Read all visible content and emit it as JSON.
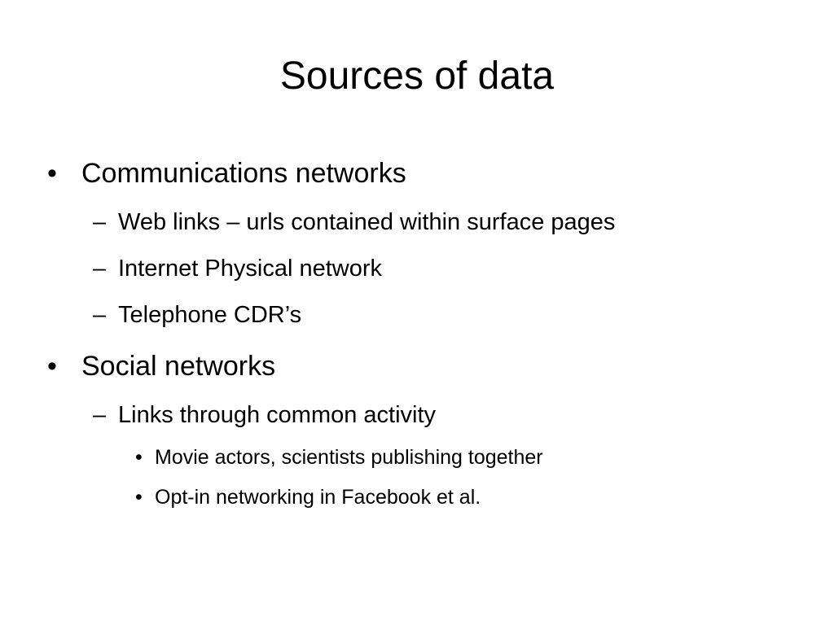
{
  "slide": {
    "title": "Sources of data",
    "items": [
      {
        "level": 1,
        "marker": "•",
        "text": "Communications networks"
      },
      {
        "level": 2,
        "marker": "–",
        "text": "Web links – urls contained within surface pages"
      },
      {
        "level": 2,
        "marker": "–",
        "text": "Internet Physical network"
      },
      {
        "level": 2,
        "marker": "–",
        "text": "Telephone CDR’s"
      },
      {
        "level": 1,
        "marker": "•",
        "text": "Social networks"
      },
      {
        "level": 2,
        "marker": "–",
        "text": "Links through common activity"
      },
      {
        "level": 3,
        "marker": "•",
        "text": "Movie actors, scientists publishing together"
      },
      {
        "level": 3,
        "marker": "•",
        "text": "Opt-in networking in Facebook et al."
      }
    ]
  }
}
